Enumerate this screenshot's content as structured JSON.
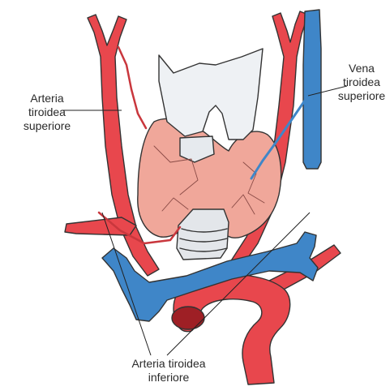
{
  "labels": {
    "arteria_tiroidea_superiore": [
      "Arteria",
      "tiroidea",
      "superiore"
    ],
    "vena_tiroidea_superiore": [
      "Vena",
      "tiroidea",
      "superiore"
    ],
    "arteria_tiroidea_inferiore": [
      "Arteria tiroidea",
      "inferiore"
    ]
  },
  "colors": {
    "artery": "#e8474d",
    "artery_dark": "#b52a30",
    "vein": "#3f86c8",
    "vein_dark": "#1f5a92",
    "thyroid_gland": "#f0a79a",
    "cartilage": "#eef1f4",
    "outline": "#333333"
  }
}
